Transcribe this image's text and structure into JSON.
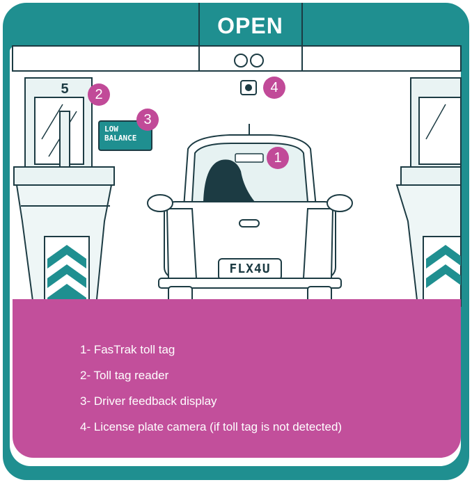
{
  "sign": {
    "open_label": "OPEN"
  },
  "feedback_display": {
    "line1": "LOW",
    "line2": "BALANCE"
  },
  "lane": {
    "number": "5"
  },
  "car": {
    "plate": "FLX4U"
  },
  "markers": [
    "1",
    "2",
    "3",
    "4"
  ],
  "legend": {
    "items": [
      "1- FasTrak toll tag",
      "2- Toll tag reader",
      "3- Driver feedback display",
      "4- License plate camera (if toll tag is not detected)"
    ]
  },
  "colors": {
    "teal": "#1f8f90",
    "magenta": "#c24f9b",
    "ink": "#1c3b43"
  }
}
